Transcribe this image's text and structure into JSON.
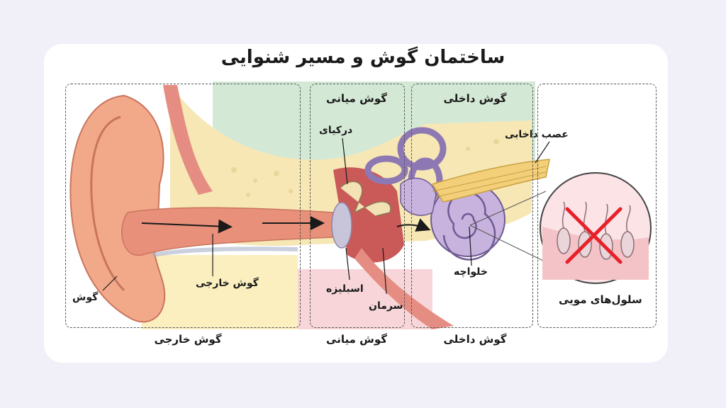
{
  "title": "ساختمان گوش و مسیر شنوایی",
  "sections": {
    "outer": "گوش خارجی",
    "middle": "گوش میانی",
    "inner": "گوش داخلی"
  },
  "box_headers": {
    "middle": "گوش میانی",
    "inner": "گوش داخلی"
  },
  "labels": {
    "pinna": "گوش",
    "ear_canal": "گوش خارجی",
    "eardrum": "درکیای",
    "stapes": "اسبلیزه",
    "hammer": "سرمان",
    "auditory_nerve": "عصب داخابی",
    "cochlea": "خلواچه",
    "hair_cells": "سلول‌های مویی"
  },
  "colors": {
    "skin": "#f2a98a",
    "canal": "#e8907a",
    "bone": "#f6e7b5",
    "cochlea": "#c7b3de",
    "nerve": "#f3cf7a",
    "green_bg": "#d4e8d6",
    "pink_bg": "#f7d5d8",
    "cross": "#e8202a"
  }
}
